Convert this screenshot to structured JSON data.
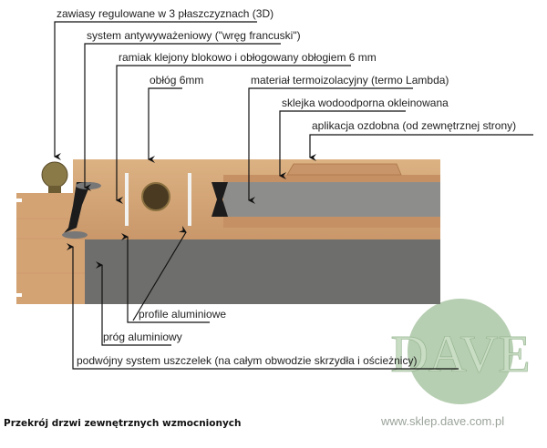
{
  "callouts_top": [
    "zawiasy regulowane w 3 płaszczyznach (3D)",
    "system antywyważeniowy (\"wręg francuski\")",
    "ramiak klejony blokowo i obłogowany obłogiem 6 mm",
    "obłóg 6mm",
    "materiał termoizolacyjny  (termo Lambda)",
    "sklejka wodoodporna okleinowana",
    "aplikacja ozdobna (od zewnętrznej strony)"
  ],
  "callouts_bottom": [
    "profile aluminiowe",
    "próg aluminiowy",
    "podwójny system uszczelek (na całym obwodzie skrzydła i ościeżnicy)"
  ],
  "logo": {
    "text": "DAVE",
    "color": "#a9c6a3"
  },
  "caption": "Przekrój drzwi zewnętrznych wzmocnionych",
  "url": "www.sklep.dave.com.pl",
  "colors": {
    "wood": "#d9ad7c",
    "threshold": "#6e6e6c",
    "insulation": "#8d8d8b"
  }
}
